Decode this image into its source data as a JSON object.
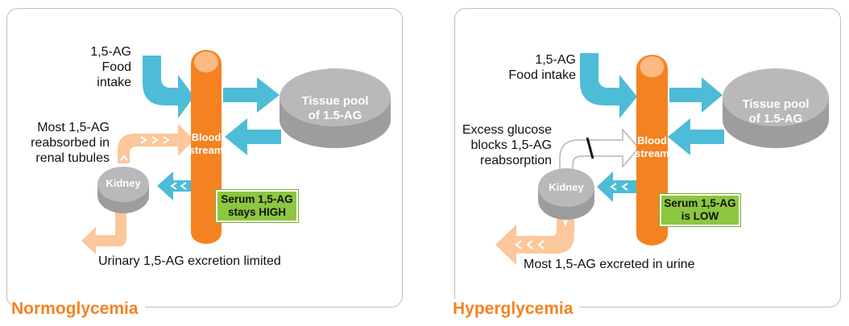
{
  "colors": {
    "orange": "#f58220",
    "orange_light": "#fbc79b",
    "blue": "#4dbcd7",
    "gray": "#b9b9bb",
    "green": "#8dc63f",
    "title": "#f58220"
  },
  "normo": {
    "title": "Normoglycemia",
    "food_line1": "1,5-AG",
    "food_line2": "Food intake",
    "reabs_line1": "Most 1,5-AG",
    "reabs_line2": "reabsorbed in",
    "reabs_line3": "renal tubules",
    "blood_line1": "Blood",
    "blood_line2": "stream",
    "tissue_line1": "Tissue pool",
    "tissue_line2": "of 1.5-AG",
    "kidney": "Kidney",
    "serum_line1": "Serum 1,5-AG",
    "serum_line2": "stays HIGH",
    "urine": "Urinary 1,5-AG excretion limited"
  },
  "hyper": {
    "title": "Hyperglycemia",
    "food_line1": "1,5-AG",
    "food_line2": "Food intake",
    "block_line1": "Excess glucose",
    "block_line2": "blocks 1,5-AG",
    "block_line3": "reabsorption",
    "blood_line1": "Blood",
    "blood_line2": "stream",
    "tissue_line1": "Tissue pool",
    "tissue_line2": "of 1.5-AG",
    "kidney": "Kidney",
    "serum_line1": "Serum 1,5-AG",
    "serum_line2": "is LOW",
    "urine": "Most 1,5-AG excreted in urine"
  }
}
